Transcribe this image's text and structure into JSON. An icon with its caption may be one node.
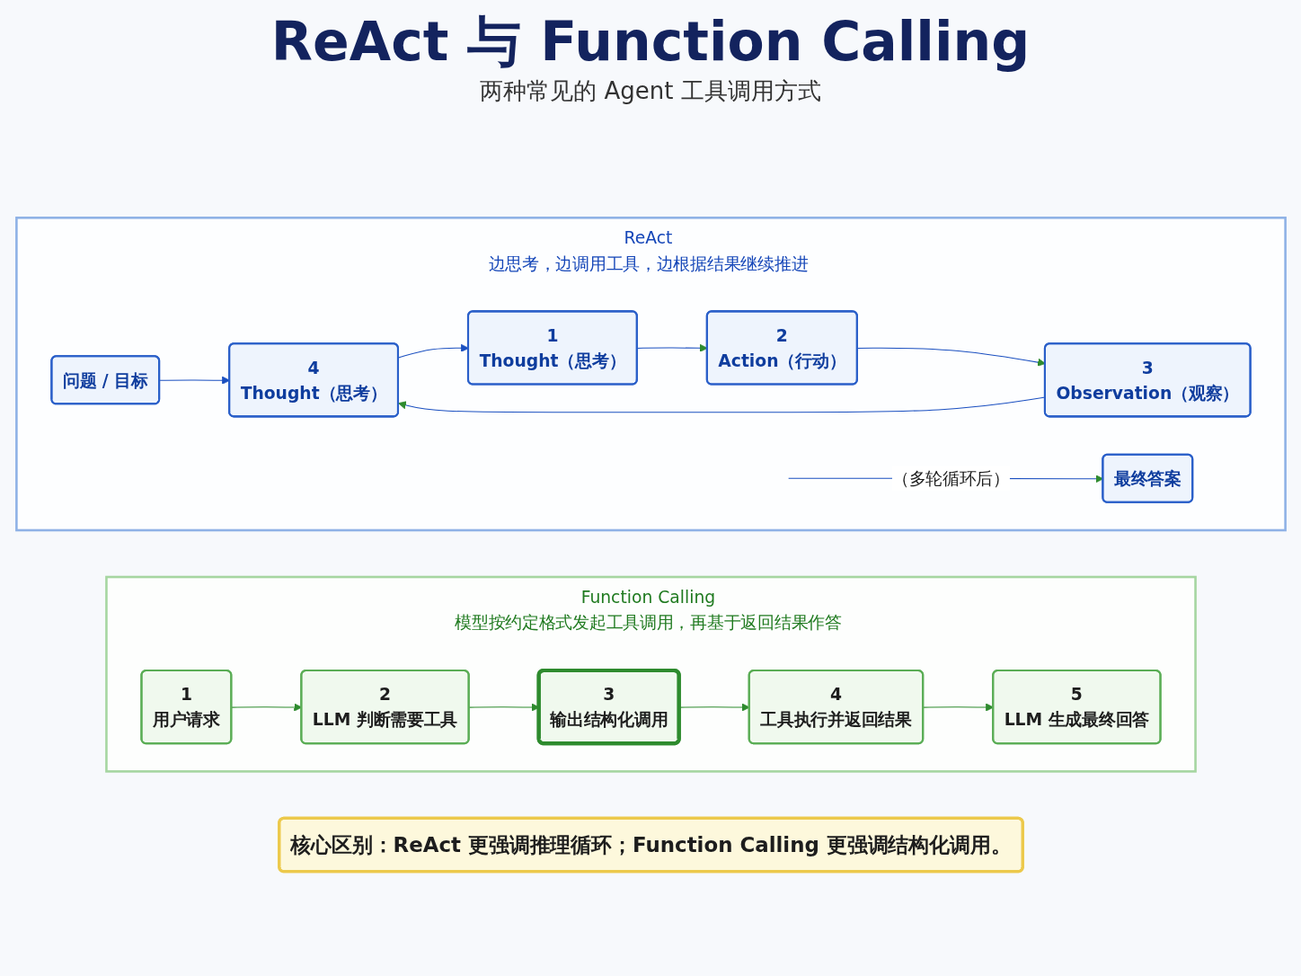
{
  "diagram": {
    "title": "ReAct 与 Function Calling",
    "nodes": [
      {
        "text": [
          "ReAct",
          "边思考，边调用工具，边根据结果继续推进"
        ]
      },
      {
        "text": [
          "问题 / 目标"
        ],
        "in": 0
      },
      {
        "text": [
          "1",
          "Thought（思考）"
        ],
        "in": 0
      },
      {
        "text": [
          "2",
          "Action（行动）"
        ],
        "in": 0
      },
      {
        "text": [
          "3",
          "Observation（观察）"
        ],
        "in": 0
      },
      {
        "text": [
          "4",
          "Thought（思考）"
        ],
        "in": 0
      },
      {
        "text": [
          "最终答案"
        ],
        "in": 0
      },
      {
        "text": [
          "Function Calling",
          "模型按约定格式发起工具调用，再基于返回结果作答"
        ]
      },
      {
        "text": [
          "1",
          "用户请求"
        ],
        "in": 7
      },
      {
        "text": [
          "2",
          "LLM 判断需要工具"
        ],
        "in": 7
      },
      {
        "text": [
          "3",
          "输出结构化调用"
        ],
        "in": 7
      },
      {
        "text": [
          "4",
          "工具执行并返回结果"
        ],
        "in": 7
      },
      {
        "text": [
          "5",
          "LLM 生成最终回答"
        ],
        "in": 7
      },
      {
        "text": [
          "核心区别：ReAct 更强调推理循环；Function Calling 更强调结构化调用。"
        ]
      }
    ],
    "edges": [
      {
        "from": 1,
        "to": 5,
        "arrow": "to"
      },
      {
        "from": 5,
        "to": 2,
        "arrow": "to"
      },
      {
        "from": 2,
        "to": 3,
        "arrow": "to"
      },
      {
        "from": 3,
        "to": 4,
        "arrow": "to"
      },
      {
        "from": 4,
        "to": 5,
        "arrow": "to"
      },
      {
        "from": null,
        "to": 6,
        "arrow": "to",
        "label": "（多轮循环后）"
      },
      {
        "from": 8,
        "to": 9,
        "arrow": "to",
        "color": "#2e8b2e"
      },
      {
        "from": 9,
        "to": 10,
        "arrow": "to",
        "color": "#2e8b2e"
      },
      {
        "from": 10,
        "to": 11,
        "arrow": "to",
        "color": "#2e8b2e"
      },
      {
        "from": 11,
        "to": 12,
        "arrow": "to",
        "color": "#2e8b2e"
      }
    ],
    "labels": [
      "两种常见的 Agent 工具调用方式"
    ]
  }
}
